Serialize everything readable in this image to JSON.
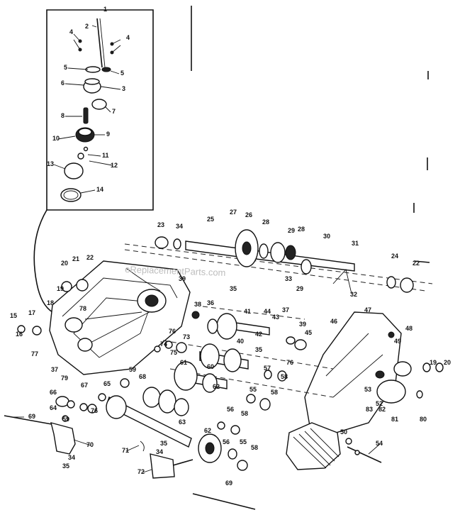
{
  "watermark": "eReplacementParts.com",
  "callouts": {
    "c1": "1",
    "c2": "2",
    "c3": "3",
    "c4a": "4",
    "c4b": "4",
    "c5a": "5",
    "c5b": "5",
    "c6": "6",
    "c7": "7",
    "c8": "8",
    "c9": "9",
    "c10": "10",
    "c11": "11",
    "c12": "12",
    "c13": "13",
    "c14": "14",
    "c15": "15",
    "c16": "16",
    "c17": "17",
    "c18": "18",
    "c19": "19",
    "c20": "20",
    "c21": "21",
    "c22": "22",
    "c23": "23",
    "c24": "24",
    "c25": "25",
    "c26": "26",
    "c27": "27",
    "c28": "28",
    "c29": "29",
    "c30": "30",
    "c31": "31",
    "c32": "32",
    "c33": "33",
    "c34": "34",
    "c35": "35",
    "c36": "36",
    "c37": "37",
    "c38": "38",
    "c39": "39",
    "c40": "40",
    "c41": "41",
    "c42": "42",
    "c43": "43",
    "c44": "44",
    "c45": "45",
    "c46": "46",
    "c47": "47",
    "c48": "48",
    "c49": "49",
    "c50": "50",
    "c51": "51",
    "c52": "52",
    "c53": "53",
    "c54": "54",
    "c55": "55",
    "c56": "56",
    "c57": "57",
    "c58": "58",
    "c59": "59",
    "c60": "60",
    "c61": "61",
    "c62": "62",
    "c63": "63",
    "c64": "64",
    "c65": "65",
    "c66": "66",
    "c67": "67",
    "c68": "68",
    "c69": "69",
    "c70": "70",
    "c71": "71",
    "c72": "72",
    "c73": "73",
    "c74": "74",
    "c75": "75",
    "c76": "76",
    "c77": "77",
    "c78": "78",
    "c79": "79",
    "c80": "80",
    "c81": "81",
    "c82": "82",
    "c83": "83"
  }
}
